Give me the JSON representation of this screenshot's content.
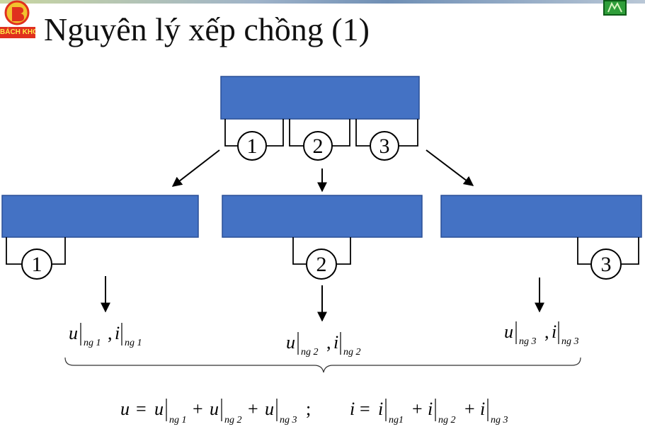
{
  "header": {
    "logo_text": "BÁCH KHOA",
    "title": "Nguyên lý xếp chồng (1)"
  },
  "circuit": {
    "top_sources": [
      "1",
      "2",
      "3"
    ],
    "sub_sources": [
      "1",
      "2",
      "3"
    ]
  },
  "partials": [
    {
      "u": "u",
      "i": "i",
      "sub": "ng 1",
      "sep": ","
    },
    {
      "u": "u",
      "i": "i",
      "sub": "ng 2",
      "sep": ","
    },
    {
      "u": "u",
      "i": "i",
      "sub": "ng 3",
      "sep": ","
    }
  ],
  "formula": {
    "u_lhs": "u",
    "eq": "=",
    "u_terms": [
      "u",
      "u",
      "u"
    ],
    "u_subs": [
      "ng 1",
      "ng 2",
      "ng 3"
    ],
    "plus": "+",
    "semicolon": ";",
    "i_lhs": "i",
    "i_terms": [
      "i",
      "i",
      "i"
    ],
    "i_subs": [
      "ng1",
      "ng 2",
      "ng 3"
    ]
  },
  "colors": {
    "box": "#4472c4",
    "logo_bg": "#e0301e",
    "logo_text": "#ffe94a"
  }
}
